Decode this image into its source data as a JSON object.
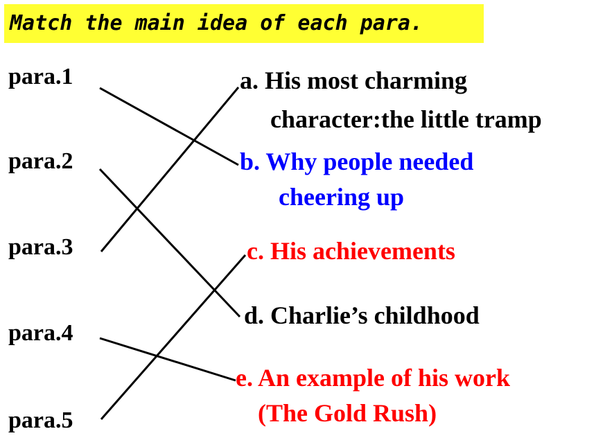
{
  "instruction": "Match the main idea of each para.",
  "paragraphs": [
    "para.1",
    "para.2",
    "para.3",
    "para.4",
    "para.5"
  ],
  "options": {
    "a": {
      "line1": "a. His most charming",
      "line2": "character:the little tramp",
      "color": "#000000"
    },
    "b": {
      "line1": "b. Why people needed",
      "line2": "cheering up",
      "color": "#0000ff"
    },
    "c": {
      "line1": "c. His achievements",
      "color": "#ff0000"
    },
    "d": {
      "line1": "d. Charlie’s childhood",
      "color": "#000000"
    },
    "e": {
      "line1": "e. An example of his work",
      "line2": "(The Gold Rush)",
      "color": "#ff0000"
    }
  },
  "matches": [
    {
      "para": "para.1",
      "option": "b"
    },
    {
      "para": "para.2",
      "option": "d"
    },
    {
      "para": "para.3",
      "option": "a"
    },
    {
      "para": "para.4",
      "option": "e"
    },
    {
      "para": "para.5",
      "option": "c"
    }
  ]
}
